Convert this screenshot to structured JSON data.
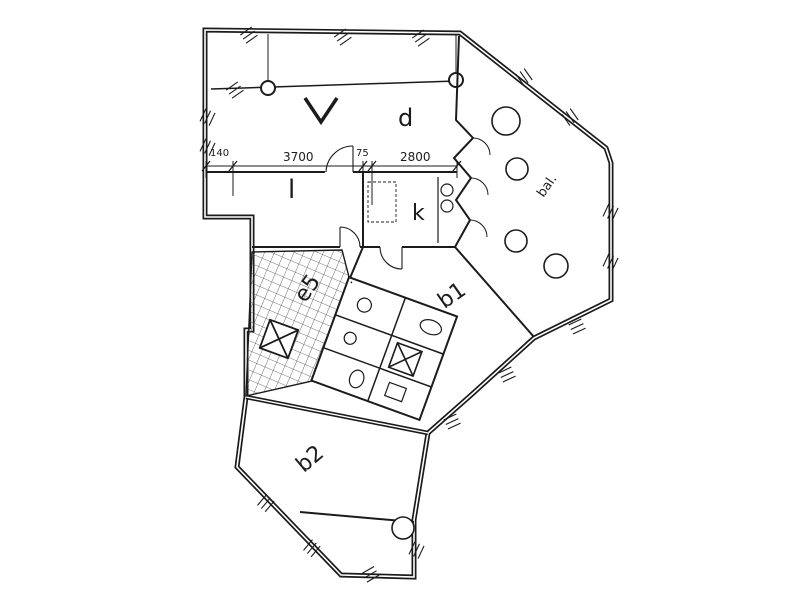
{
  "plan": {
    "rooms": {
      "d": "d",
      "l": "l",
      "k": "k",
      "b1": "b1",
      "b2": "b2",
      "e5": "e5",
      "bal": "bal."
    },
    "dims": {
      "d140": "140",
      "d3700": "3700",
      "d75": "75",
      "d2800": "2800"
    }
  }
}
